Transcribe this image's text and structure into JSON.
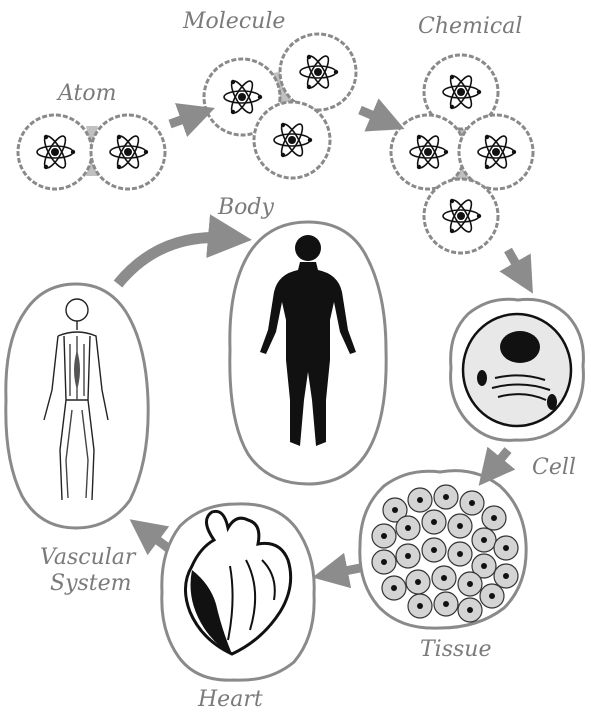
{
  "diagram": {
    "stages": [
      {
        "id": "atom",
        "label": "Atom"
      },
      {
        "id": "molecule",
        "label": "Molecule"
      },
      {
        "id": "chemical",
        "label": "Chemical"
      },
      {
        "id": "cell",
        "label": "Cell"
      },
      {
        "id": "tissue",
        "label": "Tissue"
      },
      {
        "id": "heart",
        "label": "Heart"
      },
      {
        "id": "vascular",
        "label_line1": "Vascular",
        "label_line2": "System"
      },
      {
        "id": "body",
        "label": "Body"
      }
    ],
    "colors": {
      "outline": "#8a8a8a",
      "arrow": "#8c8c8c",
      "bond": "#c0c0c0",
      "ink": "#111111",
      "label": "#7a7a7a"
    }
  }
}
